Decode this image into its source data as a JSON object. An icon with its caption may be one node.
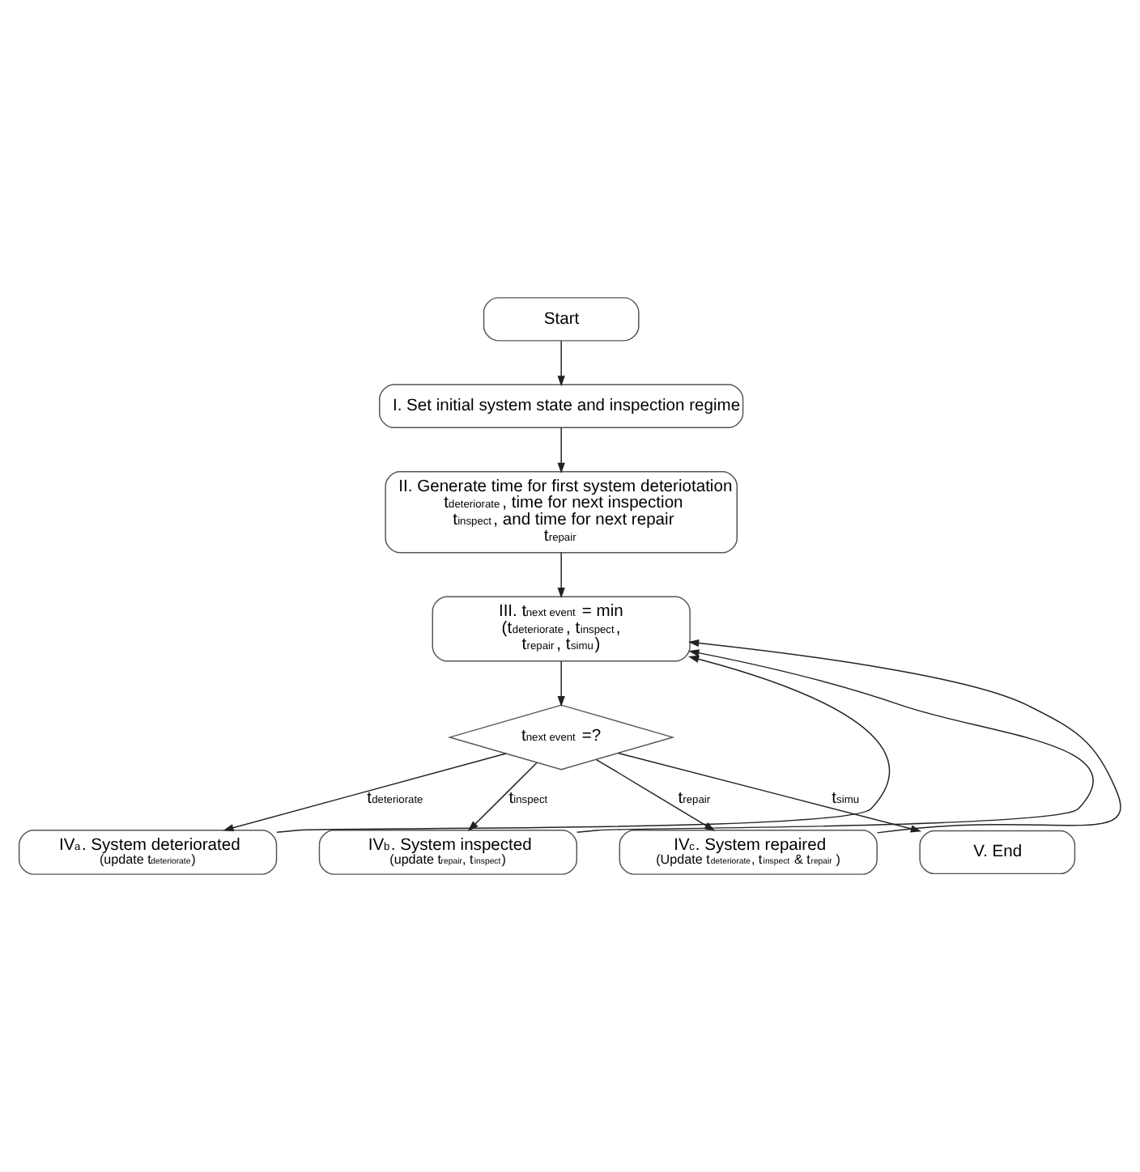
{
  "diagram": {
    "nodes": [
      {
        "text": [
          "Start"
        ]
      },
      {
        "text": [
          "I. Set initial system state and inspection regime"
        ]
      },
      {
        "text": [
          "II. Generate time for first system deteriotation t$_{deteriorate}$, time for next inspection t$_{inspect}$, and time for next repair t$_{repair}$"
        ]
      },
      {
        "text": [
          "III. t$_{next event}$ = min (t$_{deteriorate}$, t$_{inspect}$, t$_{repair}$, t$_{simu}$)"
        ]
      },
      {
        "text": [
          "t$_{next event}$ =?"
        ]
      },
      {
        "text": [
          "IV$_{a}$. System deteriorated",
          "(update t$_{deteriorate}$)"
        ]
      },
      {
        "text": [
          "IV$_{b}$. System inspected",
          "(update t$_{repair}$, t$_{inspect}$)"
        ]
      },
      {
        "text": [
          "IV$_{c}$. System repaired",
          "(Update t$_{deteriorate}$, t$_{inspect}$ & t$_{repair}$ )"
        ]
      },
      {
        "text": [
          "V. End"
        ]
      }
    ],
    "edges": [
      {
        "from": 0,
        "to": 1,
        "arrow": "to"
      },
      {
        "from": 1,
        "to": 2,
        "arrow": "to"
      },
      {
        "from": 2,
        "to": 3,
        "arrow": "to"
      },
      {
        "from": 3,
        "to": 4,
        "arrow": "to"
      },
      {
        "from": 4,
        "to": 5,
        "arrow": "to",
        "label": "t$_{deteriorate}$"
      },
      {
        "from": 4,
        "to": 6,
        "arrow": "to",
        "label": "t$_{inspect}$"
      },
      {
        "from": 4,
        "to": 7,
        "arrow": "to",
        "label": "t$_{repair}$"
      },
      {
        "from": 4,
        "to": 8,
        "arrow": "to",
        "label": "t$_{simu}$"
      },
      {
        "from": 5,
        "to": 3,
        "arrow": "to"
      },
      {
        "from": 6,
        "to": 3,
        "arrow": "to"
      },
      {
        "from": 7,
        "to": 3,
        "arrow": "to"
      }
    ]
  }
}
